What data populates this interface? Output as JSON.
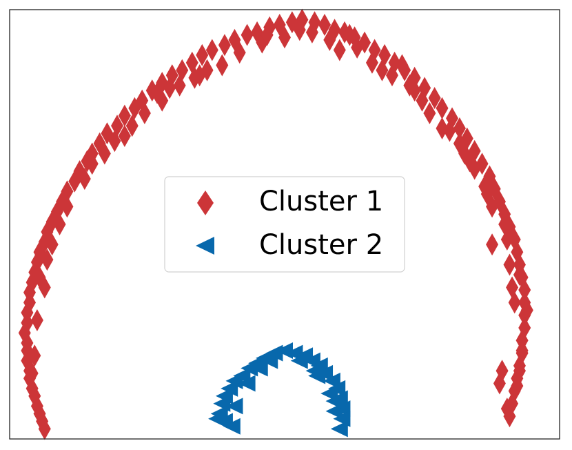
{
  "chart_data": {
    "type": "scatter",
    "title": "",
    "xlabel": "",
    "ylabel": "",
    "xlim": [
      -1.1,
      1.1
    ],
    "ylim": [
      -0.55,
      1.15
    ],
    "grid": false,
    "ticks_visible": false,
    "legend_placement": "center",
    "series": [
      {
        "name": "Cluster 1",
        "marker": "thin-diamond",
        "color": "#cc3538",
        "points": [
          [
            -0.96,
            -0.51
          ],
          [
            -0.97,
            -0.48
          ],
          [
            -0.98,
            -0.45
          ],
          [
            -0.99,
            -0.42
          ],
          [
            -1.0,
            -0.38
          ],
          [
            -1.01,
            -0.35
          ],
          [
            -1.02,
            -0.31
          ],
          [
            -1.02,
            -0.28
          ],
          [
            -1.03,
            -0.24
          ],
          [
            -1.03,
            -0.2
          ],
          [
            -1.03,
            -0.17
          ],
          [
            -1.04,
            -0.13
          ],
          [
            -1.03,
            -0.09
          ],
          [
            -1.03,
            -0.05
          ],
          [
            -1.02,
            -0.01
          ],
          [
            -1.02,
            0.03
          ],
          [
            -1.01,
            0.07
          ],
          [
            -1.0,
            0.11
          ],
          [
            -0.99,
            0.15
          ],
          [
            -0.98,
            0.19
          ],
          [
            -0.96,
            0.23
          ],
          [
            -0.95,
            0.27
          ],
          [
            -0.93,
            0.31
          ],
          [
            -0.91,
            0.35
          ],
          [
            -0.89,
            0.39
          ],
          [
            -0.87,
            0.43
          ],
          [
            -0.84,
            0.47
          ],
          [
            -0.82,
            0.51
          ],
          [
            -0.79,
            0.55
          ],
          [
            -0.77,
            0.58
          ],
          [
            -0.74,
            0.62
          ],
          [
            -0.71,
            0.66
          ],
          [
            -0.67,
            0.69
          ],
          [
            -0.64,
            0.73
          ],
          [
            -0.6,
            0.76
          ],
          [
            -0.57,
            0.79
          ],
          [
            -0.53,
            0.83
          ],
          [
            -0.49,
            0.86
          ],
          [
            -0.45,
            0.89
          ],
          [
            -0.41,
            0.91
          ],
          [
            -0.37,
            0.94
          ],
          [
            -0.33,
            0.97
          ],
          [
            -0.29,
            0.99
          ],
          [
            -0.24,
            1.01
          ],
          [
            -0.2,
            1.03
          ],
          [
            -0.15,
            1.05
          ],
          [
            -0.11,
            1.06
          ],
          [
            -0.06,
            1.08
          ],
          [
            -0.02,
            1.09
          ],
          [
            0.03,
            1.1
          ],
          [
            0.07,
            1.11
          ],
          [
            0.12,
            1.1
          ],
          [
            0.16,
            1.09
          ],
          [
            0.2,
            1.07
          ],
          [
            0.24,
            1.06
          ],
          [
            0.28,
            1.04
          ],
          [
            0.32,
            1.02
          ],
          [
            0.36,
            0.99
          ],
          [
            0.4,
            0.97
          ],
          [
            0.44,
            0.94
          ],
          [
            0.48,
            0.91
          ],
          [
            0.52,
            0.88
          ],
          [
            0.56,
            0.84
          ],
          [
            0.6,
            0.8
          ],
          [
            0.63,
            0.76
          ],
          [
            0.67,
            0.72
          ],
          [
            0.7,
            0.68
          ],
          [
            0.73,
            0.64
          ],
          [
            0.76,
            0.59
          ],
          [
            0.79,
            0.54
          ],
          [
            0.82,
            0.49
          ],
          [
            0.84,
            0.44
          ],
          [
            0.86,
            0.39
          ],
          [
            0.88,
            0.34
          ],
          [
            0.9,
            0.29
          ],
          [
            0.92,
            0.24
          ],
          [
            0.93,
            0.19
          ],
          [
            0.94,
            0.14
          ],
          [
            0.95,
            0.09
          ],
          [
            0.96,
            0.04
          ],
          [
            0.96,
            -0.01
          ],
          [
            0.96,
            -0.06
          ],
          [
            0.96,
            -0.11
          ],
          [
            0.95,
            -0.16
          ],
          [
            0.95,
            -0.21
          ],
          [
            0.94,
            -0.26
          ],
          [
            0.93,
            -0.31
          ],
          [
            0.92,
            -0.36
          ],
          [
            0.91,
            -0.41
          ],
          [
            0.9,
            -0.46
          ],
          [
            -0.9,
            0.3
          ],
          [
            -0.8,
            0.48
          ],
          [
            -0.64,
            0.65
          ],
          [
            -0.49,
            0.79
          ],
          [
            -0.34,
            0.89
          ],
          [
            -0.18,
            0.98
          ],
          [
            0.0,
            1.04
          ],
          [
            0.18,
            1.03
          ],
          [
            0.35,
            0.94
          ],
          [
            0.5,
            0.85
          ],
          [
            0.66,
            0.67
          ],
          [
            0.8,
            0.45
          ],
          [
            0.89,
            0.24
          ],
          [
            0.92,
            -0.01
          ],
          [
            0.87,
            -0.28
          ],
          [
            -0.31,
            0.91
          ],
          [
            -0.09,
            1.02
          ],
          [
            0.11,
            1.06
          ],
          [
            0.29,
            1.0
          ],
          [
            0.58,
            0.74
          ],
          [
            0.74,
            0.55
          ],
          [
            0.83,
            0.37
          ],
          [
            0.9,
            0.14
          ],
          [
            -0.96,
            0.05
          ],
          [
            -0.87,
            0.37
          ],
          [
            -0.72,
            0.58
          ],
          [
            -0.56,
            0.74
          ],
          [
            -0.25,
            0.93
          ],
          [
            0.43,
            0.89
          ],
          [
            0.63,
            0.68
          ],
          [
            -0.77,
            0.54
          ],
          [
            -0.61,
            0.69
          ],
          [
            -0.42,
            0.85
          ],
          [
            -0.07,
            1.05
          ],
          [
            0.26,
            1.05
          ],
          [
            0.47,
            0.93
          ],
          [
            0.7,
            0.62
          ],
          [
            0.81,
            0.42
          ],
          [
            0.94,
            0.1
          ],
          [
            0.93,
            -0.34
          ],
          [
            -1.0,
            -0.22
          ],
          [
            -0.98,
            0.09
          ],
          [
            -0.93,
            0.22
          ],
          [
            -0.68,
            0.63
          ],
          [
            -0.51,
            0.82
          ],
          [
            -0.36,
            0.88
          ],
          [
            0.06,
            1.07
          ],
          [
            0.22,
            0.99
          ],
          [
            0.39,
            0.91
          ],
          [
            0.55,
            0.79
          ],
          [
            0.76,
            0.52
          ],
          [
            0.88,
            0.3
          ],
          [
            0.95,
            -0.2
          ],
          [
            0.94,
            -0.28
          ],
          [
            0.86,
            -0.33
          ],
          [
            0.97,
            -0.04
          ],
          [
            -1.01,
            -0.29
          ],
          [
            -0.99,
            -0.08
          ],
          [
            -0.95,
            0.16
          ],
          [
            -0.46,
            0.84
          ],
          [
            0.52,
            0.83
          ],
          [
            0.72,
            0.58
          ],
          [
            0.83,
            0.22
          ],
          [
            0.91,
            0.05
          ],
          [
            0.89,
            -0.43
          ]
        ]
      },
      {
        "name": "Cluster 2",
        "marker": "triangle-left",
        "color": "#0868ac",
        "points": [
          [
            -0.24,
            -0.48
          ],
          [
            -0.26,
            -0.45
          ],
          [
            -0.25,
            -0.41
          ],
          [
            -0.24,
            -0.38
          ],
          [
            -0.22,
            -0.35
          ],
          [
            -0.2,
            -0.32
          ],
          [
            -0.17,
            -0.3
          ],
          [
            -0.14,
            -0.27
          ],
          [
            -0.11,
            -0.25
          ],
          [
            -0.08,
            -0.23
          ],
          [
            -0.04,
            -0.21
          ],
          [
            0.0,
            -0.2
          ],
          [
            0.04,
            -0.21
          ],
          [
            0.08,
            -0.22
          ],
          [
            0.11,
            -0.24
          ],
          [
            0.14,
            -0.26
          ],
          [
            0.16,
            -0.29
          ],
          [
            0.19,
            -0.32
          ],
          [
            0.21,
            -0.35
          ],
          [
            0.22,
            -0.39
          ],
          [
            0.23,
            -0.43
          ],
          [
            0.23,
            -0.47
          ],
          [
            0.22,
            -0.51
          ],
          [
            -0.21,
            -0.5
          ],
          [
            -0.2,
            -0.42
          ],
          [
            -0.15,
            -0.33
          ],
          [
            -0.1,
            -0.27
          ],
          [
            0.06,
            -0.24
          ],
          [
            0.13,
            -0.3
          ],
          [
            0.18,
            -0.37
          ],
          [
            0.2,
            -0.44
          ],
          [
            -0.27,
            -0.47
          ],
          [
            -0.06,
            -0.24
          ],
          [
            0.12,
            -0.28
          ],
          [
            0.2,
            -0.4
          ]
        ]
      }
    ]
  }
}
